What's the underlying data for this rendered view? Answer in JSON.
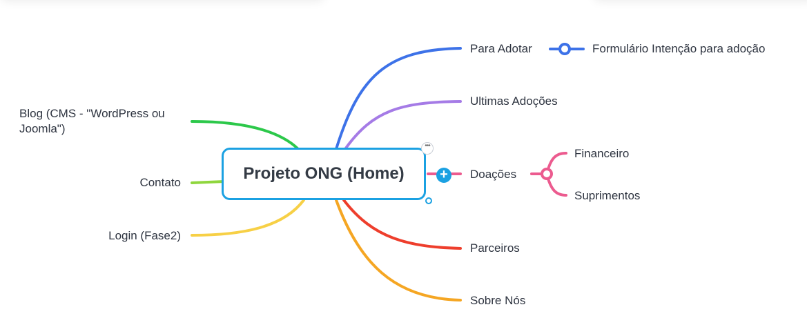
{
  "mindmap": {
    "root": {
      "title": "Projeto ONG (Home)"
    },
    "right_branches": [
      {
        "label": "Para Adotar",
        "color": "#3d72e8",
        "children": [
          "Formulário Intenção para adoção"
        ]
      },
      {
        "label": "Ultimas Adoções",
        "color": "#a57be6",
        "children": []
      },
      {
        "label": "Doações",
        "color": "#ec5b8f",
        "children": [
          "Financeiro",
          "Suprimentos"
        ]
      },
      {
        "label": "Parceiros",
        "color": "#ee3e2c",
        "children": []
      },
      {
        "label": "Sobre Nós",
        "color": "#f5a623",
        "children": []
      }
    ],
    "left_branches": [
      {
        "label": "Blog (CMS - \"WordPress ou Joomla\")",
        "color": "#2cc84a"
      },
      {
        "label": "Contato",
        "color": "#8fd63d"
      },
      {
        "label": "Login (Fase2)",
        "color": "#f7d046"
      }
    ],
    "controls": {
      "add_symbol": "+",
      "more_symbol": "•••"
    }
  }
}
